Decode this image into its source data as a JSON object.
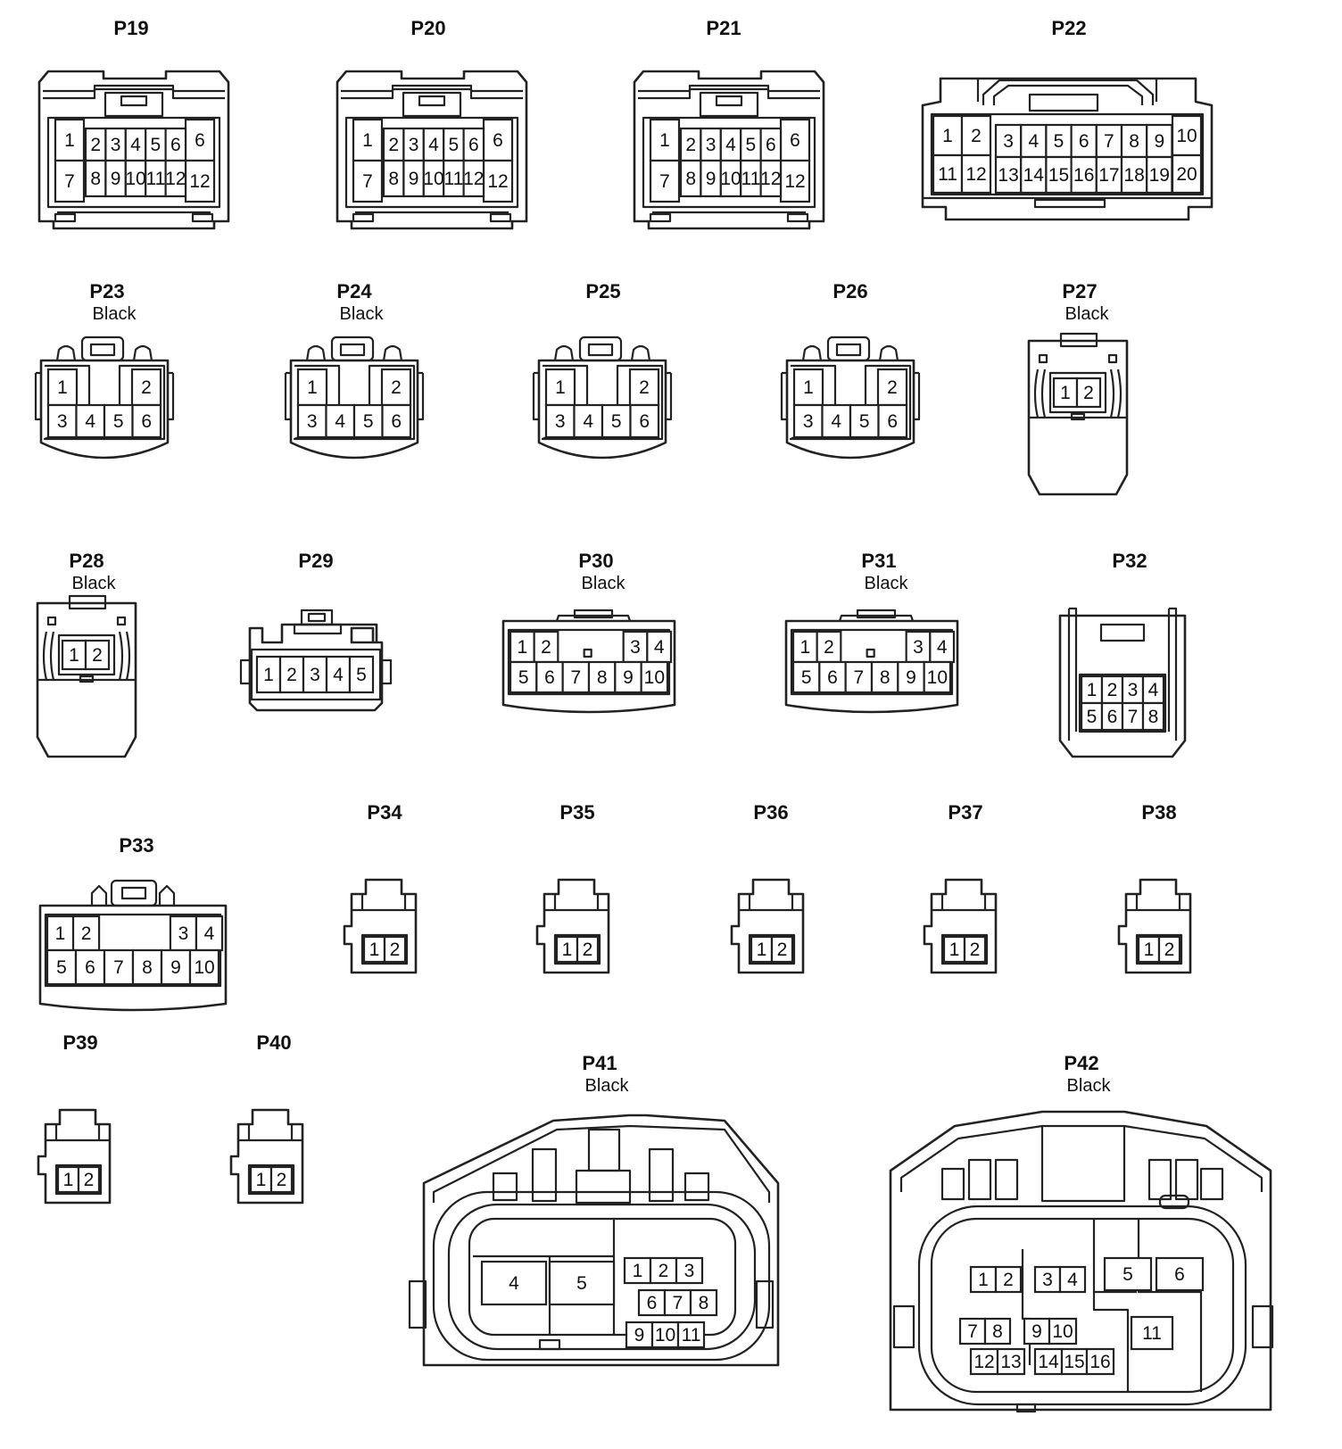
{
  "connectors": [
    {
      "id": "P19",
      "color": "",
      "terminals": [
        "1",
        "2",
        "3",
        "4",
        "5",
        "6",
        "7",
        "8",
        "9",
        "10",
        "11",
        "12"
      ]
    },
    {
      "id": "P20",
      "color": "",
      "terminals": [
        "1",
        "2",
        "3",
        "4",
        "5",
        "6",
        "7",
        "8",
        "9",
        "10",
        "11",
        "12"
      ]
    },
    {
      "id": "P21",
      "color": "",
      "terminals": [
        "1",
        "2",
        "3",
        "4",
        "5",
        "6",
        "7",
        "8",
        "9",
        "10",
        "11",
        "12"
      ]
    },
    {
      "id": "P22",
      "color": "",
      "terminals": [
        "1",
        "2",
        "3",
        "4",
        "5",
        "6",
        "7",
        "8",
        "9",
        "10",
        "11",
        "12",
        "13",
        "14",
        "15",
        "16",
        "17",
        "18",
        "19",
        "20"
      ]
    },
    {
      "id": "P23",
      "color": "Black",
      "terminals": [
        "1",
        "2",
        "3",
        "4",
        "5",
        "6"
      ]
    },
    {
      "id": "P24",
      "color": "Black",
      "terminals": [
        "1",
        "2",
        "3",
        "4",
        "5",
        "6"
      ]
    },
    {
      "id": "P25",
      "color": "",
      "terminals": [
        "1",
        "2",
        "3",
        "4",
        "5",
        "6"
      ]
    },
    {
      "id": "P26",
      "color": "",
      "terminals": [
        "1",
        "2",
        "3",
        "4",
        "5",
        "6"
      ]
    },
    {
      "id": "P27",
      "color": "Black",
      "terminals": [
        "1",
        "2"
      ]
    },
    {
      "id": "P28",
      "color": "Black",
      "terminals": [
        "1",
        "2"
      ]
    },
    {
      "id": "P29",
      "color": "",
      "terminals": [
        "1",
        "2",
        "3",
        "4",
        "5"
      ]
    },
    {
      "id": "P30",
      "color": "Black",
      "terminals": [
        "1",
        "2",
        "3",
        "4",
        "5",
        "6",
        "7",
        "8",
        "9",
        "10"
      ]
    },
    {
      "id": "P31",
      "color": "Black",
      "terminals": [
        "1",
        "2",
        "3",
        "4",
        "5",
        "6",
        "7",
        "8",
        "9",
        "10"
      ]
    },
    {
      "id": "P32",
      "color": "",
      "terminals": [
        "1",
        "2",
        "3",
        "4",
        "5",
        "6",
        "7",
        "8"
      ]
    },
    {
      "id": "P33",
      "color": "",
      "terminals": [
        "1",
        "2",
        "3",
        "4",
        "5",
        "6",
        "7",
        "8",
        "9",
        "10"
      ]
    },
    {
      "id": "P34",
      "color": "",
      "terminals": [
        "1",
        "2"
      ]
    },
    {
      "id": "P35",
      "color": "",
      "terminals": [
        "1",
        "2"
      ]
    },
    {
      "id": "P36",
      "color": "",
      "terminals": [
        "1",
        "2"
      ]
    },
    {
      "id": "P37",
      "color": "",
      "terminals": [
        "1",
        "2"
      ]
    },
    {
      "id": "P38",
      "color": "",
      "terminals": [
        "1",
        "2"
      ]
    },
    {
      "id": "P39",
      "color": "",
      "terminals": [
        "1",
        "2"
      ]
    },
    {
      "id": "P40",
      "color": "",
      "terminals": [
        "1",
        "2"
      ]
    },
    {
      "id": "P41",
      "color": "Black",
      "terminals": [
        "1",
        "2",
        "3",
        "4",
        "5",
        "6",
        "7",
        "8",
        "9",
        "10",
        "11"
      ]
    },
    {
      "id": "P42",
      "color": "Black",
      "terminals": [
        "1",
        "2",
        "3",
        "4",
        "5",
        "6",
        "7",
        "8",
        "9",
        "10",
        "11",
        "12",
        "13",
        "14",
        "15",
        "16"
      ]
    }
  ]
}
